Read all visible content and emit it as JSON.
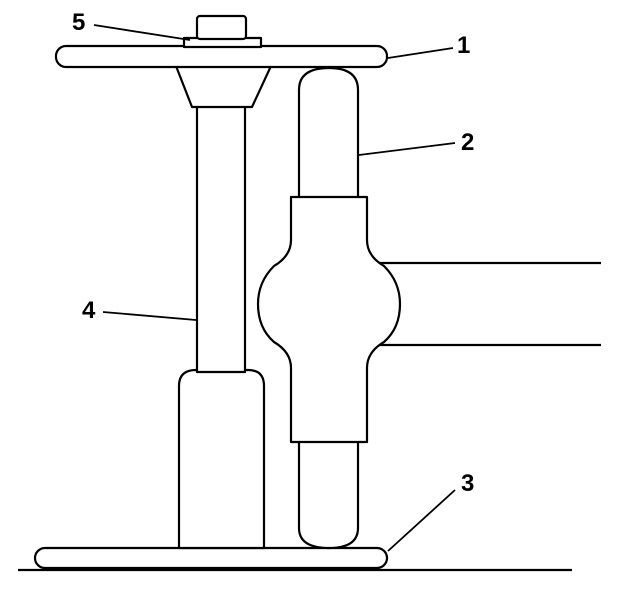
{
  "callouts": {
    "c1": "1",
    "c2": "2",
    "c3": "3",
    "c4": "4",
    "c5": "5"
  },
  "colors": {
    "stroke": "#000000",
    "fill": "#ffffff"
  }
}
